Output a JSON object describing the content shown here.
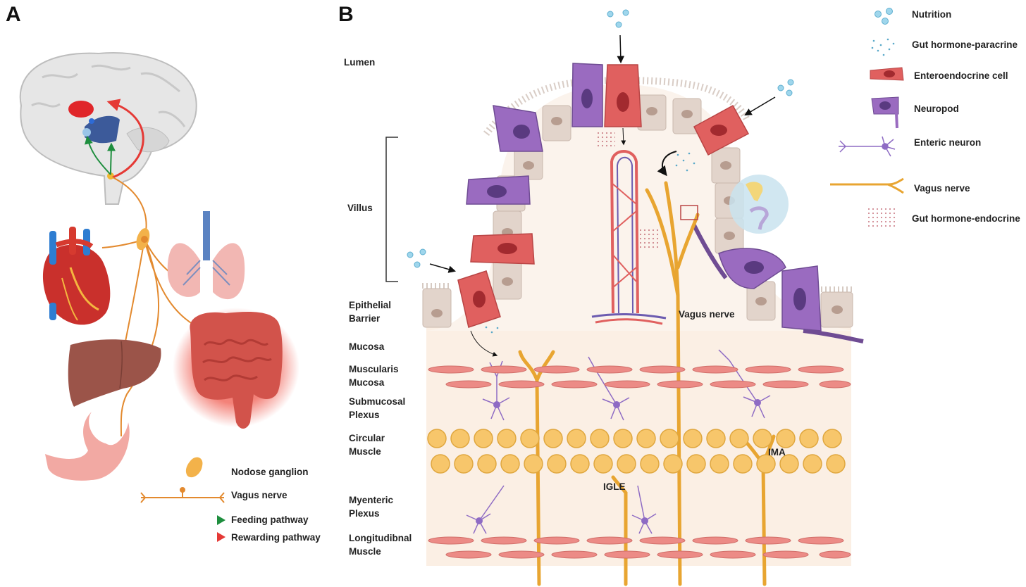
{
  "panel_a": {
    "letter": "A",
    "legend": [
      {
        "icon": "nodose-ganglion-icon",
        "label": "Nodose ganglion"
      },
      {
        "icon": "vagus-nerve-icon",
        "label": "Vagus nerve"
      },
      {
        "icon": "green-arrow-icon",
        "label": "Feeding pathway"
      },
      {
        "icon": "red-arrow-icon",
        "label": "Rewarding pathway"
      }
    ]
  },
  "panel_b": {
    "letter": "B",
    "layers": {
      "lumen": "Lumen",
      "villus": "Villus",
      "epithelial_1": "Epithelial",
      "epithelial_2": "Barrier",
      "mucosa": "Mucosa",
      "muscularis_1": "Muscularis",
      "muscularis_2": "Mucosa",
      "submucosal_1": "Submucosal",
      "submucosal_2": "Plexus",
      "circular_1": "Circular",
      "circular_2": "Muscle",
      "myenteric_1": "Myenteric",
      "myenteric_2": "Plexus",
      "longitudinal_1": "Longitudibnal",
      "longitudinal_2": "Muscle"
    },
    "annotations": {
      "vagus_nerve": "Vagus nerve",
      "ima": "IMA",
      "igle": "IGLE"
    },
    "legend": [
      {
        "icon": "nutrition-icon",
        "label": "Nutrition"
      },
      {
        "icon": "paracrine-dots-icon",
        "label": "Gut hormone-paracrine"
      },
      {
        "icon": "enteroendocrine-cell-icon",
        "label": "Enteroendocrine cell"
      },
      {
        "icon": "neuropod-icon",
        "label": "Neuropod"
      },
      {
        "icon": "enteric-neuron-icon",
        "label": "Enteric neuron"
      },
      {
        "icon": "vagus-nerve-fiber-icon",
        "label": "Vagus nerve"
      },
      {
        "icon": "endocrine-dots-icon",
        "label": "Gut hormone-endocrine"
      }
    ]
  },
  "colors": {
    "vagus": "#E8A531",
    "vagus_a": "#E38A2F",
    "enteroendocrine": "#E0605F",
    "neuropod": "#9A6BC0",
    "enteric_neuron": "#8E6BC4",
    "nutrition": "#9FD6EC",
    "feeding": "#1E8E3E",
    "rewarding": "#E53935",
    "tissue_bg": "#FBEFE4",
    "epithelium": "#E2D4CB"
  }
}
